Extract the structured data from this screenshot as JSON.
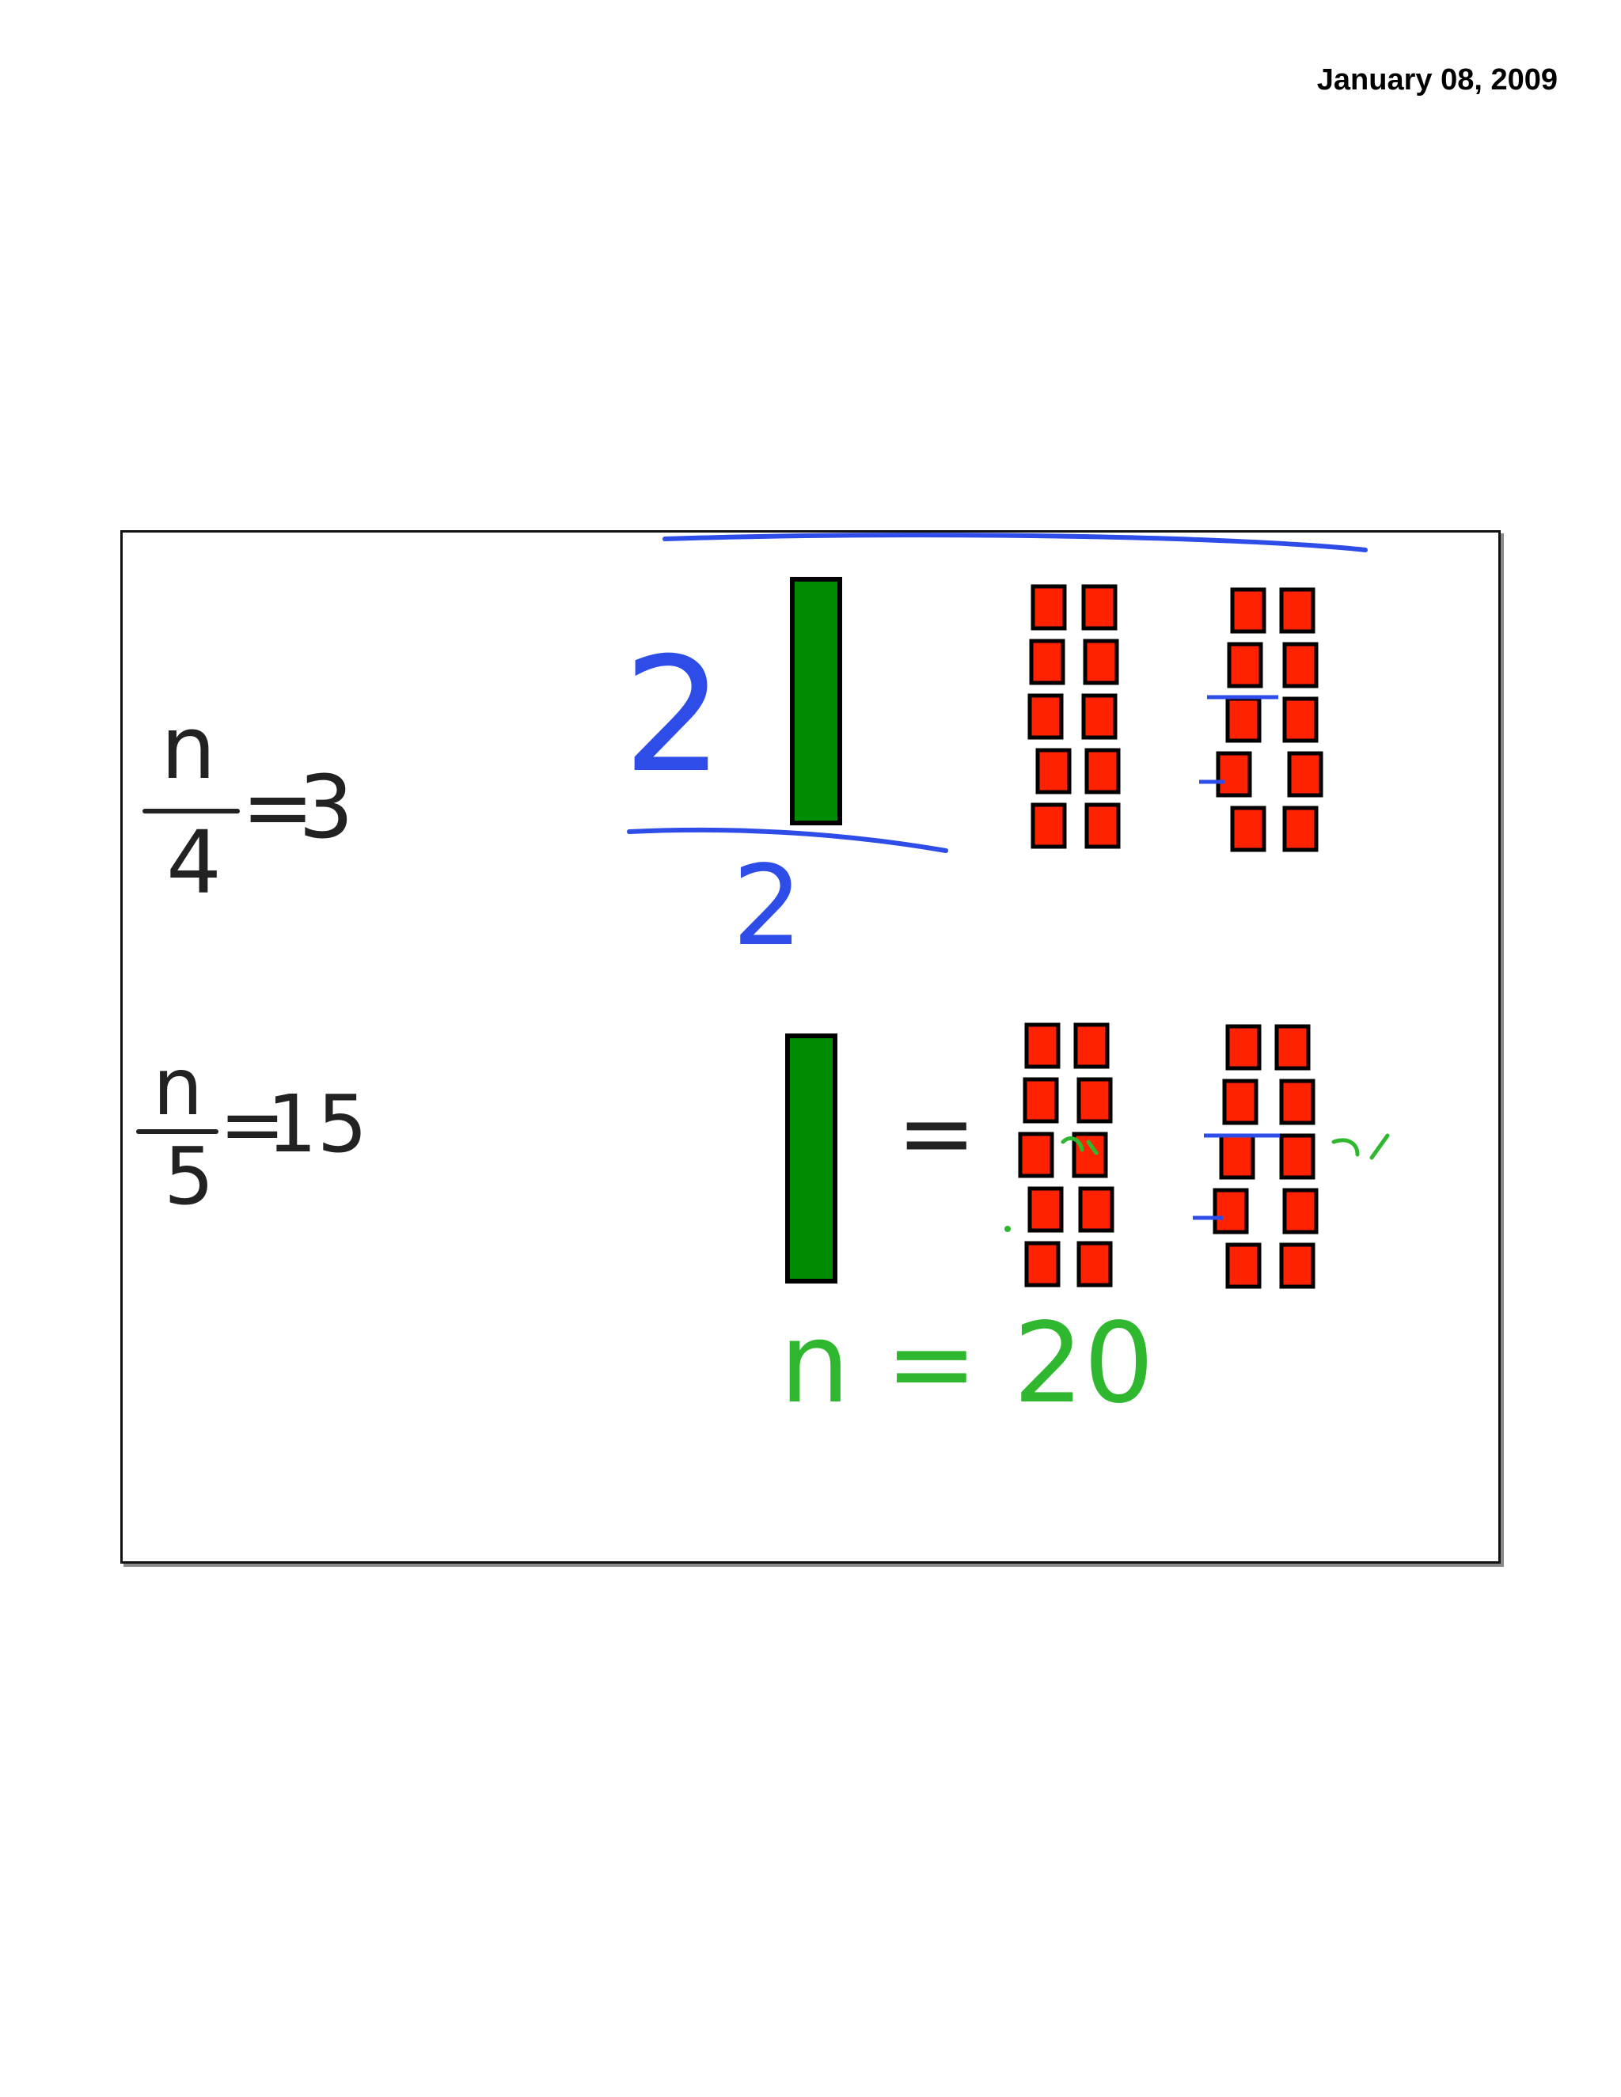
{
  "header": {
    "date": "January 08, 2009"
  },
  "equations": [
    {
      "numerator": "n",
      "denominator": "4",
      "equals": "=",
      "result": "3"
    },
    {
      "numerator": "n",
      "denominator": "5",
      "equals": "=",
      "result": "15"
    }
  ],
  "model_1": {
    "left_top": "2",
    "left_bottom": "2",
    "groups": 2,
    "tiles_per_group": 10
  },
  "model_2": {
    "equals": "=",
    "groups": 2,
    "tiles_per_group": 10
  },
  "answer": {
    "text": "n = 20"
  },
  "colors": {
    "bar": "#008c00",
    "tile": "#ff2200",
    "blue_ink": "#2e4de8",
    "green_ink": "#2fb82f",
    "black_ink": "#222222"
  }
}
